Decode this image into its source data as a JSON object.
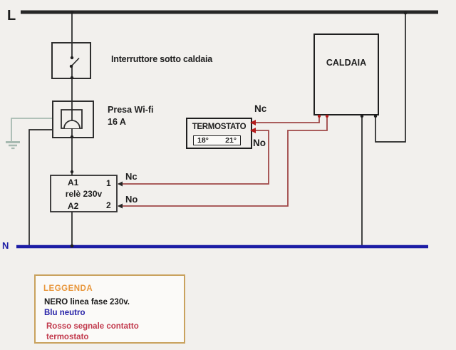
{
  "diagram": {
    "phase_label": "L",
    "neutral_label": "N",
    "switch": {
      "label": "Interruttore sotto caldaia"
    },
    "socket": {
      "label_line1": "Presa Wi-fi",
      "label_line2": "16 A"
    },
    "thermostat": {
      "title": "TERMOSTATO",
      "display_left": "18°",
      "display_right": "21°",
      "terminal_nc": "Nc",
      "terminal_no": "No"
    },
    "relay": {
      "coil_top": "A1",
      "name": "relè 230v",
      "coil_bottom": "A2",
      "terminal_1": "1",
      "terminal_2": "2",
      "out_nc": "Nc",
      "out_no": "No"
    },
    "boiler": {
      "label": "CALDAIA"
    },
    "legend": {
      "title": "LEGGENDA",
      "item_black": "NERO linea fase 230v.",
      "item_blue": "Blu neutro",
      "item_red_line1": "Rosso segnale contatto",
      "item_red_line2": "termostato"
    },
    "colors": {
      "phase_black": "#262626",
      "neutral_blue": "#1d1da5",
      "signal_red": "#a04848",
      "terminal_red": "#b51c1c",
      "ground_green": "#a7bab1",
      "legend_border": "#c9a25e",
      "legend_title_orange": "#e8973d",
      "legend_blue": "#2823a8",
      "legend_red": "#c23b4e"
    }
  }
}
